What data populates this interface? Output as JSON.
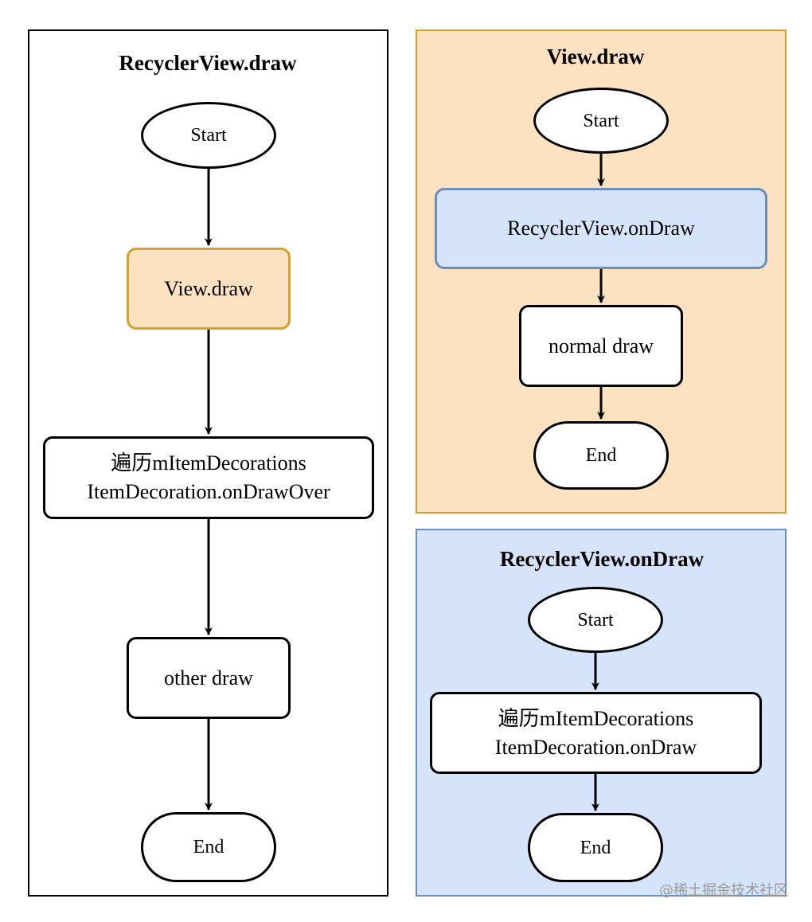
{
  "panels": {
    "left": {
      "title": "RecyclerView.draw",
      "nodes": {
        "start": "Start",
        "view_draw": "View.draw",
        "iterate": "遍历mItemDecorations\nItemDecoration.onDrawOver",
        "other_draw": "other draw",
        "end": "End"
      }
    },
    "view": {
      "title": "View.draw",
      "nodes": {
        "start": "Start",
        "rv_ondraw": "RecyclerView.onDraw",
        "normal_draw": "normal draw",
        "end": "End"
      }
    },
    "rv": {
      "title": "RecyclerView.onDraw",
      "nodes": {
        "start": "Start",
        "iterate": "遍历mItemDecorations\nItemDecoration.onDraw",
        "end": "End"
      }
    }
  },
  "colors": {
    "orange_fill": "#fde2c1",
    "orange_border": "#d6a02b",
    "blue_fill": "#d5e4fa",
    "blue_border": "#6c8ebf"
  },
  "watermark": "@稀土掘金技术社区"
}
